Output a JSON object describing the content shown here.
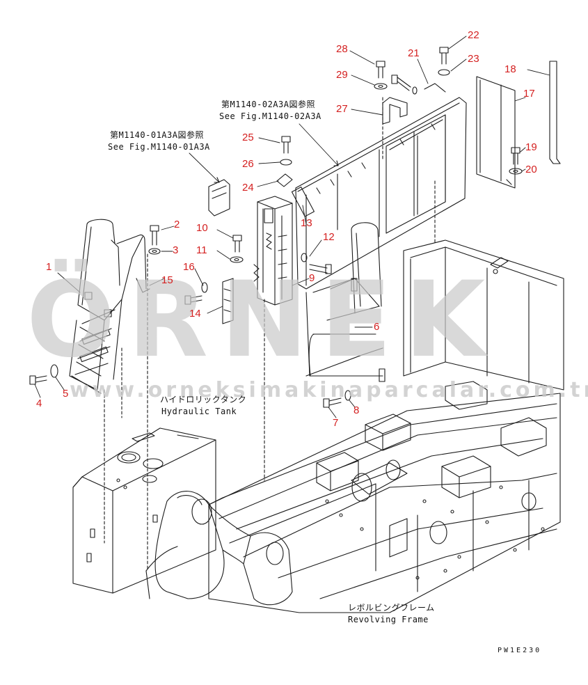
{
  "colors": {
    "line": "#1a1a1a",
    "callout": "#d42020",
    "watermark": "#c9c9c9"
  },
  "watermark": {
    "brand": "ÖRNEK",
    "url": "www.orneksimakinaparcalar.com.tr"
  },
  "references": {
    "ref_01": {
      "ja": "第M1140-01A3A図参照",
      "en": "See Fig.M1140-01A3A"
    },
    "ref_02": {
      "ja": "第M1140-02A3A図参照",
      "en": "See Fig.M1140-02A3A"
    }
  },
  "assemblies": {
    "hydraulic_tank": {
      "ja": "ハイドロリックタンク",
      "en": "Hydraulic Tank"
    },
    "revolving_frame": {
      "ja": "レボルビングフレーム",
      "en": "Revolving Frame"
    }
  },
  "callouts": [
    "1",
    "2",
    "3",
    "4",
    "5",
    "6",
    "7",
    "8",
    "9",
    "10",
    "11",
    "12",
    "13",
    "14",
    "15",
    "16",
    "17",
    "18",
    "19",
    "20",
    "21",
    "22",
    "23",
    "24",
    "25",
    "26",
    "27",
    "28",
    "29"
  ],
  "doc_code": "PW1E230"
}
